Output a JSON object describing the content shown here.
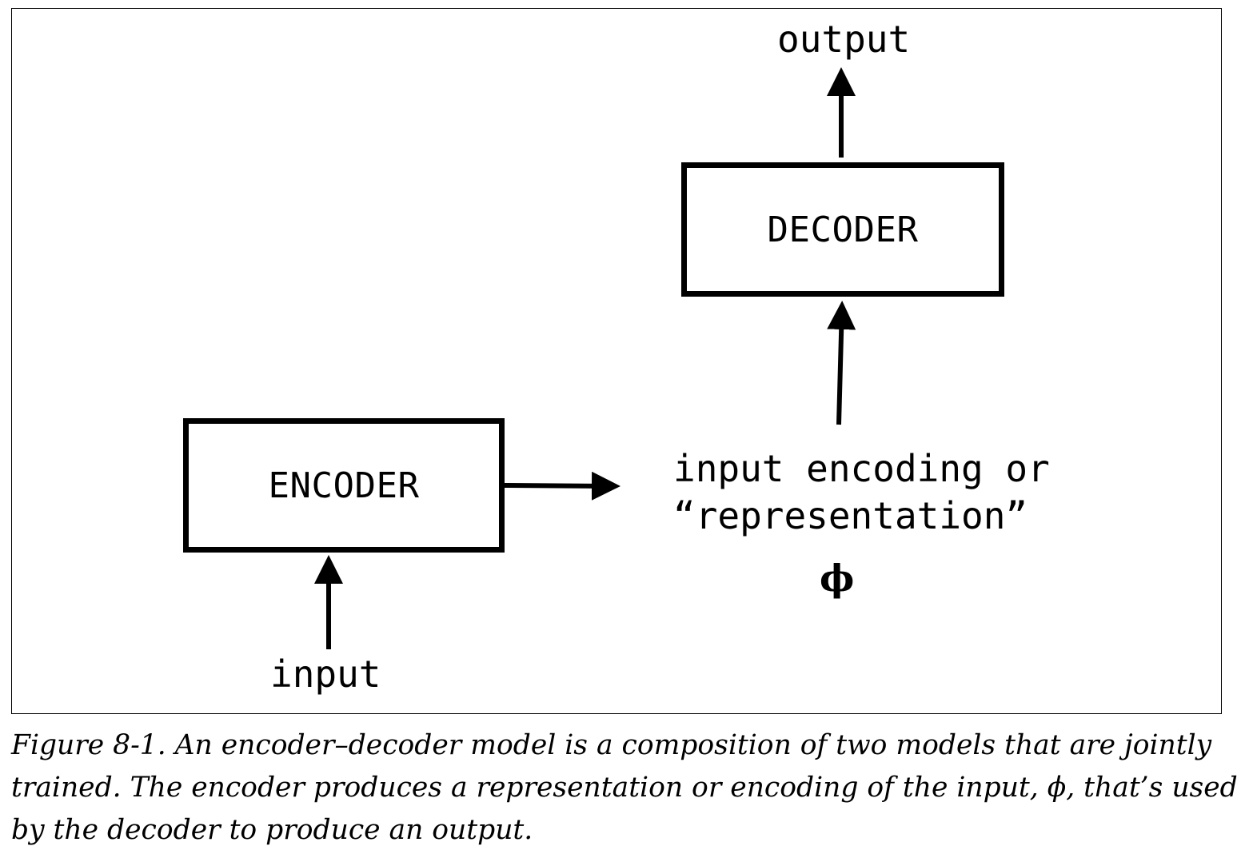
{
  "diagram": {
    "encoder_label": "ENCODER",
    "decoder_label": "DECODER",
    "input_label": "input",
    "output_label": "output",
    "representation_line1": "input encoding or",
    "representation_line2": "“representation”",
    "phi_symbol": "ϕ"
  },
  "caption": {
    "text": "Figure 8-1. An encoder–decoder model is a composition of two models that are jointly trained. The encoder produces a representation or encoding of the input, ϕ, that’s used by the decoder to produce an output."
  }
}
